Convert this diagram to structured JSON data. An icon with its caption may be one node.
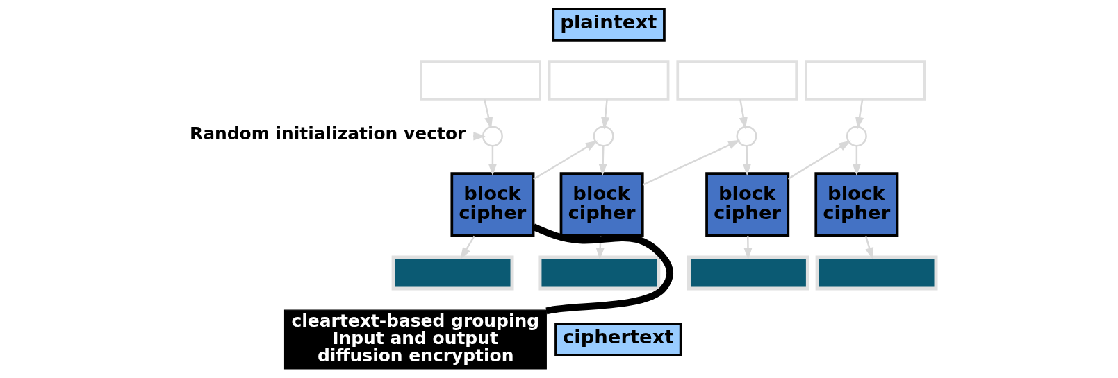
{
  "diagram": {
    "nodes": [
      {
        "text": [
          "plaintext"
        ]
      },
      {
        "text": [],
        "shape": "box"
      },
      {
        "text": [],
        "shape": "box"
      },
      {
        "text": [],
        "shape": "box"
      },
      {
        "text": [],
        "shape": "box"
      },
      {
        "text": [
          "Random initialization vector"
        ]
      },
      {
        "text": [],
        "shape": "circle"
      },
      {
        "text": [],
        "shape": "circle"
      },
      {
        "text": [],
        "shape": "circle"
      },
      {
        "text": [],
        "shape": "circle"
      },
      {
        "text": [
          "block cipher"
        ]
      },
      {
        "text": [
          "block cipher"
        ]
      },
      {
        "text": [
          "block cipher"
        ]
      },
      {
        "text": [
          "block cipher"
        ]
      },
      {
        "text": [],
        "shape": "box"
      },
      {
        "text": [],
        "shape": "box"
      },
      {
        "text": [],
        "shape": "box"
      },
      {
        "text": [],
        "shape": "box"
      },
      {
        "text": [
          "ciphertext"
        ]
      },
      {
        "text": [
          "cleartext-based grouping Input and output diffusion encryption"
        ]
      }
    ],
    "edges": [
      {
        "from": 1,
        "to": 6,
        "arrow": "to"
      },
      {
        "from": 2,
        "to": 7,
        "arrow": "to"
      },
      {
        "from": 3,
        "to": 8,
        "arrow": "to"
      },
      {
        "from": 4,
        "to": 9,
        "arrow": "to"
      },
      {
        "from": 5,
        "to": 6,
        "arrow": "to"
      },
      {
        "from": 6,
        "to": 10,
        "arrow": "to"
      },
      {
        "from": 7,
        "to": 11,
        "arrow": "to"
      },
      {
        "from": 8,
        "to": 12,
        "arrow": "to"
      },
      {
        "from": 9,
        "to": 13,
        "arrow": "to"
      },
      {
        "from": 10,
        "to": 14,
        "arrow": "to"
      },
      {
        "from": 11,
        "to": 15,
        "arrow": "to"
      },
      {
        "from": 12,
        "to": 16,
        "arrow": "to"
      },
      {
        "from": 13,
        "to": 17,
        "arrow": "to"
      },
      {
        "from": 10,
        "to": 7,
        "arrow": "to"
      },
      {
        "from": 11,
        "to": 8,
        "arrow": "to"
      },
      {
        "from": 12,
        "to": 9,
        "arrow": "to"
      },
      {
        "from": 19,
        "to": 10,
        "arrow": "none",
        "style": "thick",
        "color": "#000000"
      }
    ]
  }
}
